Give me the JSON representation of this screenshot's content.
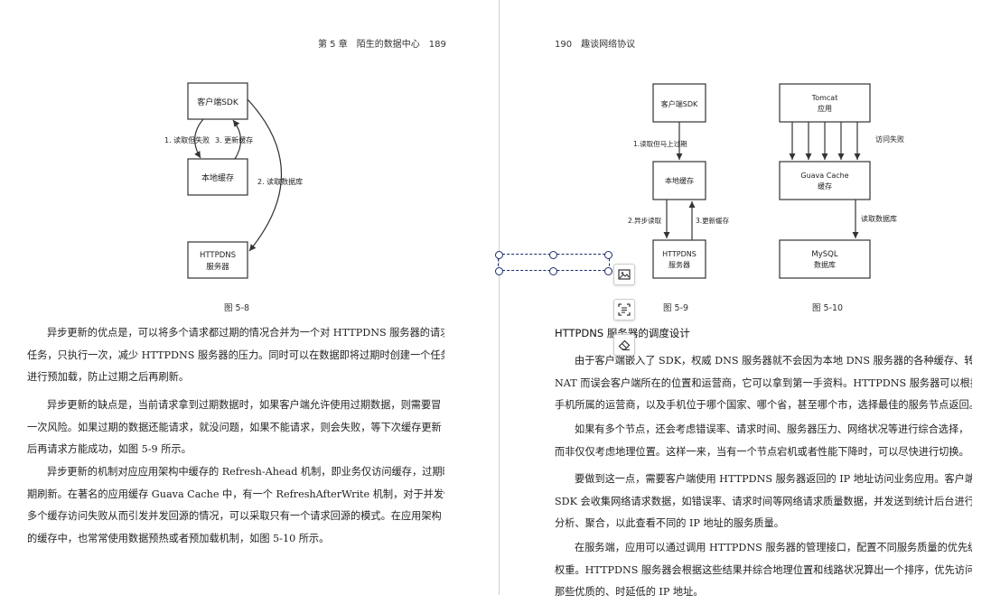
{
  "left_page": {
    "running_head": "第 5 章　陌生的数据中心　189",
    "figure_caption": "图 5-8",
    "diagram": {
      "client_box": "客户端SDK",
      "cache_box": "本地缓存",
      "server_box_line1": "HTTPDNS",
      "server_box_line2": "服务器",
      "label_read_fail": "1. 读取但失败",
      "label_update": "3. 更新缓存",
      "label_read_db": "2. 读取数据库"
    },
    "paragraphs": [
      [
        "异步更新的优点是，可以将多个请求都过期的情况合并为一个对 HTTPDNS 服务器的请求",
        "任务，只执行一次，减少 HTTPDNS 服务器的压力。同时可以在数据即将过期时创建一个任务",
        "进行预加载，防止过期之后再刷新。"
      ],
      [
        "异步更新的缺点是，当前请求拿到过期数据时，如果客户端允许使用过期数据，则需要冒",
        "一次风险。如果过期的数据还能请求，就没问题，如果不能请求，则会失败，等下次缓存更新",
        "后再请求方能成功，如图 5-9 所示。"
      ],
      [
        "异步更新的机制对应应用架构中缓存的 Refresh-Ahead 机制，即业务仅访问缓存，过期时定",
        "期刷新。在著名的应用缓存 Guava Cache 中，有一个 RefreshAfterWrite 机制，对于并发情况下",
        "多个缓存访问失败从而引发并发回源的情况，可以采取只有一个请求回源的模式。在应用架构",
        "的缓存中，也常常使用数据预热或者预加载机制，如图 5-10 所示。"
      ]
    ]
  },
  "right_page": {
    "running_head": "190　趣谈网络协议",
    "fig9": {
      "caption": "图 5-9",
      "client_box": "客户端SDK",
      "cache_box": "本地缓存",
      "server_box_line1": "HTTPDNS",
      "server_box_line2": "服务器",
      "label_read_expiring": "1.读取但马上过期",
      "label_async_read": "2.异步读取",
      "label_update": "3.更新缓存"
    },
    "fig10": {
      "caption": "图 5-10",
      "app_box_line1": "Tomcat",
      "app_box_line2": "应用",
      "cache_box_line1": "Guava Cache",
      "cache_box_line2": "缓存",
      "db_box_line1": "MySQL",
      "db_box_line2": "数据库",
      "label_access_fail": "访问失败",
      "label_read_db": "读取数据库"
    },
    "heading": "HTTPDNS 服务器的调度设计",
    "paragraphs": [
      [
        "由于客户端嵌入了 SDK，权威 DNS 服务器就不会因为本地 DNS 服务器的各种缓存、转发",
        "NAT 而误会客户端所在的位置和运营商，它可以拿到第一手资料。HTTPDNS 服务器可以根据",
        "手机所属的运营商，以及手机位于哪个国家、哪个省，甚至哪个市，选择最佳的服务节点返回。"
      ],
      [
        "如果有多个节点，还会考虑错误率、请求时间、服务器压力、网络状况等进行综合选择，",
        "而非仅仅考虑地理位置。这样一来，当有一个节点宕机或者性能下降时，可以尽快进行切换。"
      ],
      [
        "要做到这一点，需要客户端使用 HTTPDNS 服务器返回的 IP 地址访问业务应用。客户端",
        "SDK 会收集网络请求数据，如错误率、请求时间等网络请求质量数据，并发送到统计后台进行",
        "分析、聚合，以此查看不同的 IP 地址的服务质量。"
      ],
      [
        "在服务端，应用可以通过调用 HTTPDNS 服务器的管理接口，配置不同服务质量的优先级、",
        "权重。HTTPDNS 服务器会根据这些结果并综合地理位置和线路状况算出一个排序，优先访问",
        "那些优质的、时延低的 IP 地址。"
      ]
    ]
  },
  "toolbar": {
    "icons": [
      "image-icon",
      "text-recognize-icon",
      "eraser-icon"
    ]
  }
}
